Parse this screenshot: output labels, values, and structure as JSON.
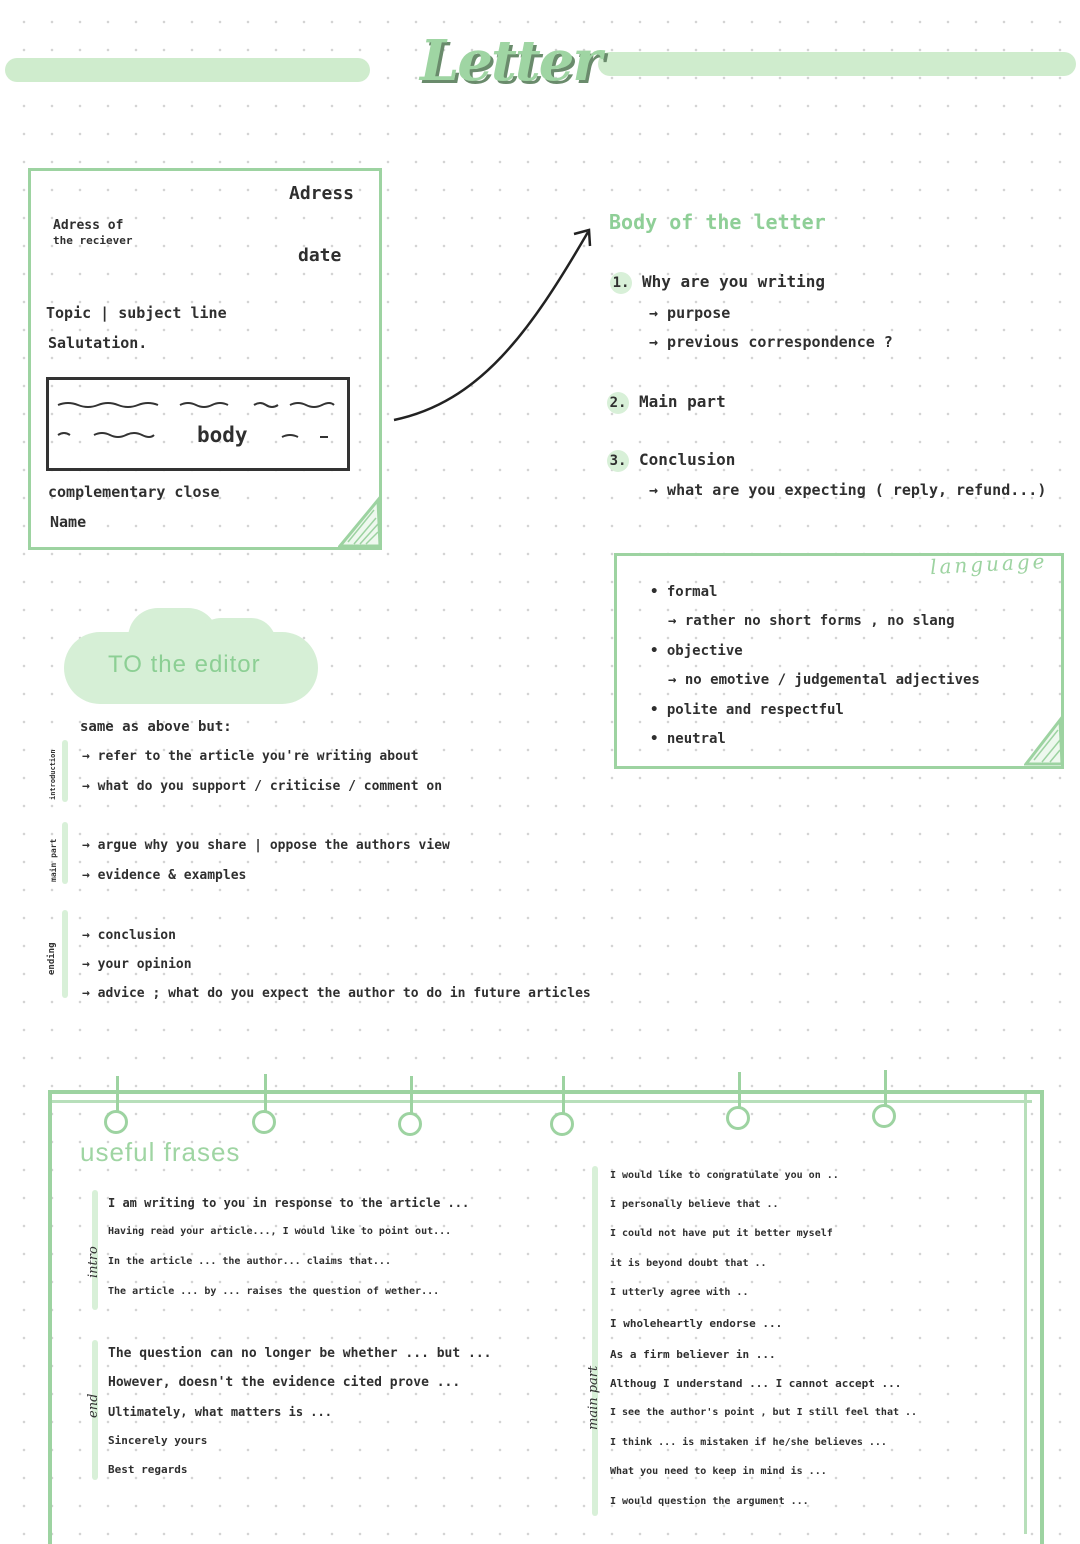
{
  "title": "Letter",
  "letter_layout": {
    "adress": "Adress",
    "adress_receiver_1": "Adress of",
    "adress_receiver_2": "the reciever",
    "date": "date",
    "topic": "Topic | subject line",
    "salutation": "Salutation.",
    "body": "body",
    "close": "complementary  close",
    "name": "Name"
  },
  "body_of_letter": {
    "heading": "Body  of  the  letter",
    "items": [
      {
        "num": "1.",
        "text": "Why  are  you  writing"
      },
      {
        "num": "2.",
        "text": "Main  part"
      },
      {
        "num": "3.",
        "text": "Conclusion"
      }
    ],
    "sub1": "→ purpose",
    "sub2": "→ previous  correspondence ?",
    "sub3": "→ what  are  you  expecting  ( reply, refund...)"
  },
  "language": {
    "label": "language",
    "l1": "• formal",
    "l2": "→ rather  no  short  forms ,  no   slang",
    "l3": "• objective",
    "l4": "→ no  emotive / judgemental  adjectives",
    "l5": "• polite  and  respectful",
    "l6": "• neutral"
  },
  "editor": {
    "heading": "TO the editor",
    "intro": "same  as  above  but:",
    "side_intro": "introduction",
    "side_main": "main part",
    "side_end": "ending",
    "i1": "→ refer  to  the  article  you're  writing  about",
    "i2": "→ what  do  you  support / criticise / comment  on",
    "m1": "→ argue  why  you  share | oppose  the  authors  view",
    "m2": "→ evidence  &  examples",
    "e1": "→ conclusion",
    "e2": "→ your  opinion",
    "e3": "→ advice ;  what  do  you  expect  the  author  to  do  in  future  articles"
  },
  "useful": {
    "heading": "useful frases",
    "intro_label": "intro",
    "end_label": "end",
    "main_label": "main part",
    "left_a": [
      "I  am  writing  to  you  in  response  to  the  article ...",
      "Having  read  your  article..., I would like to point out...",
      "In  the  article ...  the  author...  claims  that...",
      "The  article  ...  by ...  raises  the  question  of  wether..."
    ],
    "left_b": [
      "The  question  can  no  longer  be  whether ...  but ...",
      "However,  doesn't  the  evidence  cited  prove ...",
      "Ultimately,  what  matters  is ...",
      "Sincerely  yours",
      "Best  regards"
    ],
    "right": [
      "I would  like  to  congratulate  you  on ..",
      "I personally  believe  that ..",
      "I  could  not  have  put  it  better  myself",
      "it  is  beyond  doubt  that ..",
      "I  utterly  agree  with ..",
      "I  wholeheartly  endorse ...",
      "As  a  firm  believer  in ...",
      "Althoug  I understand ...  I cannot accept ...",
      "I  see  the  author's  point ,  but  I  still  feel  that ..",
      "I  think ...  is  mistaken  if  he/she  believes ...",
      "What  you  need  to  keep  in  mind  is ...",
      "I  would  question  the  argument ..."
    ]
  }
}
